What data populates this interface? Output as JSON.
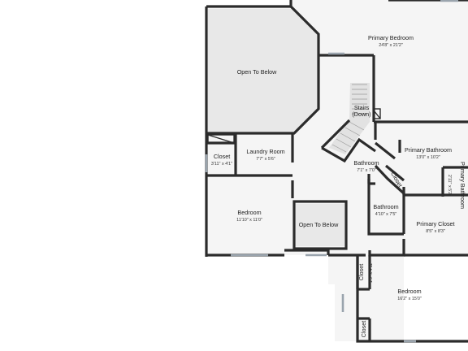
{
  "rooms": {
    "primary_bedroom": {
      "name": "Primary Bedroom",
      "dims": "24'8\" x 21'2\""
    },
    "open_to_below_1": {
      "name": "Open To Below"
    },
    "stairs": {
      "name": "Stairs",
      "sub": "(Down)"
    },
    "closet_1": {
      "name": "Closet",
      "dims": "3'11\" x 4'1\""
    },
    "laundry": {
      "name": "Laundry Room",
      "dims": "7'7\" x 5'6\""
    },
    "bathroom_1": {
      "name": "Bathroom",
      "dims": "7'1\" x 7'0\""
    },
    "primary_bathroom": {
      "name": "Primary Bathroom",
      "dims": "13'0\" x 10'2\""
    },
    "closet_2": {
      "name": "Closet"
    },
    "primary_bathroom_2": {
      "name": "Primary Bathroom",
      "dims": "2'11\" x 5'2\""
    },
    "bedroom_1": {
      "name": "Bedroom",
      "dims": "11'10\" x 11'0\""
    },
    "open_to_below_2": {
      "name": "Open To Below"
    },
    "bathroom_2": {
      "name": "Bathroom",
      "dims": "4'10\" x 7'5\""
    },
    "primary_closet": {
      "name": "Primary Closet",
      "dims": "8'5\" x 8'3\""
    },
    "closet_3": {
      "name": "Closet",
      "dims": "1'9\" x 4'11\""
    },
    "bedroom_2": {
      "name": "Bedroom",
      "dims": "16'2\" x 15'0\""
    },
    "closet_4": {
      "name": "Closet"
    }
  },
  "colors": {
    "wall": "#2b2b2b",
    "floor": "#f5f5f5",
    "open_area": "#e8e8e8",
    "window": "#9aa4ad"
  }
}
